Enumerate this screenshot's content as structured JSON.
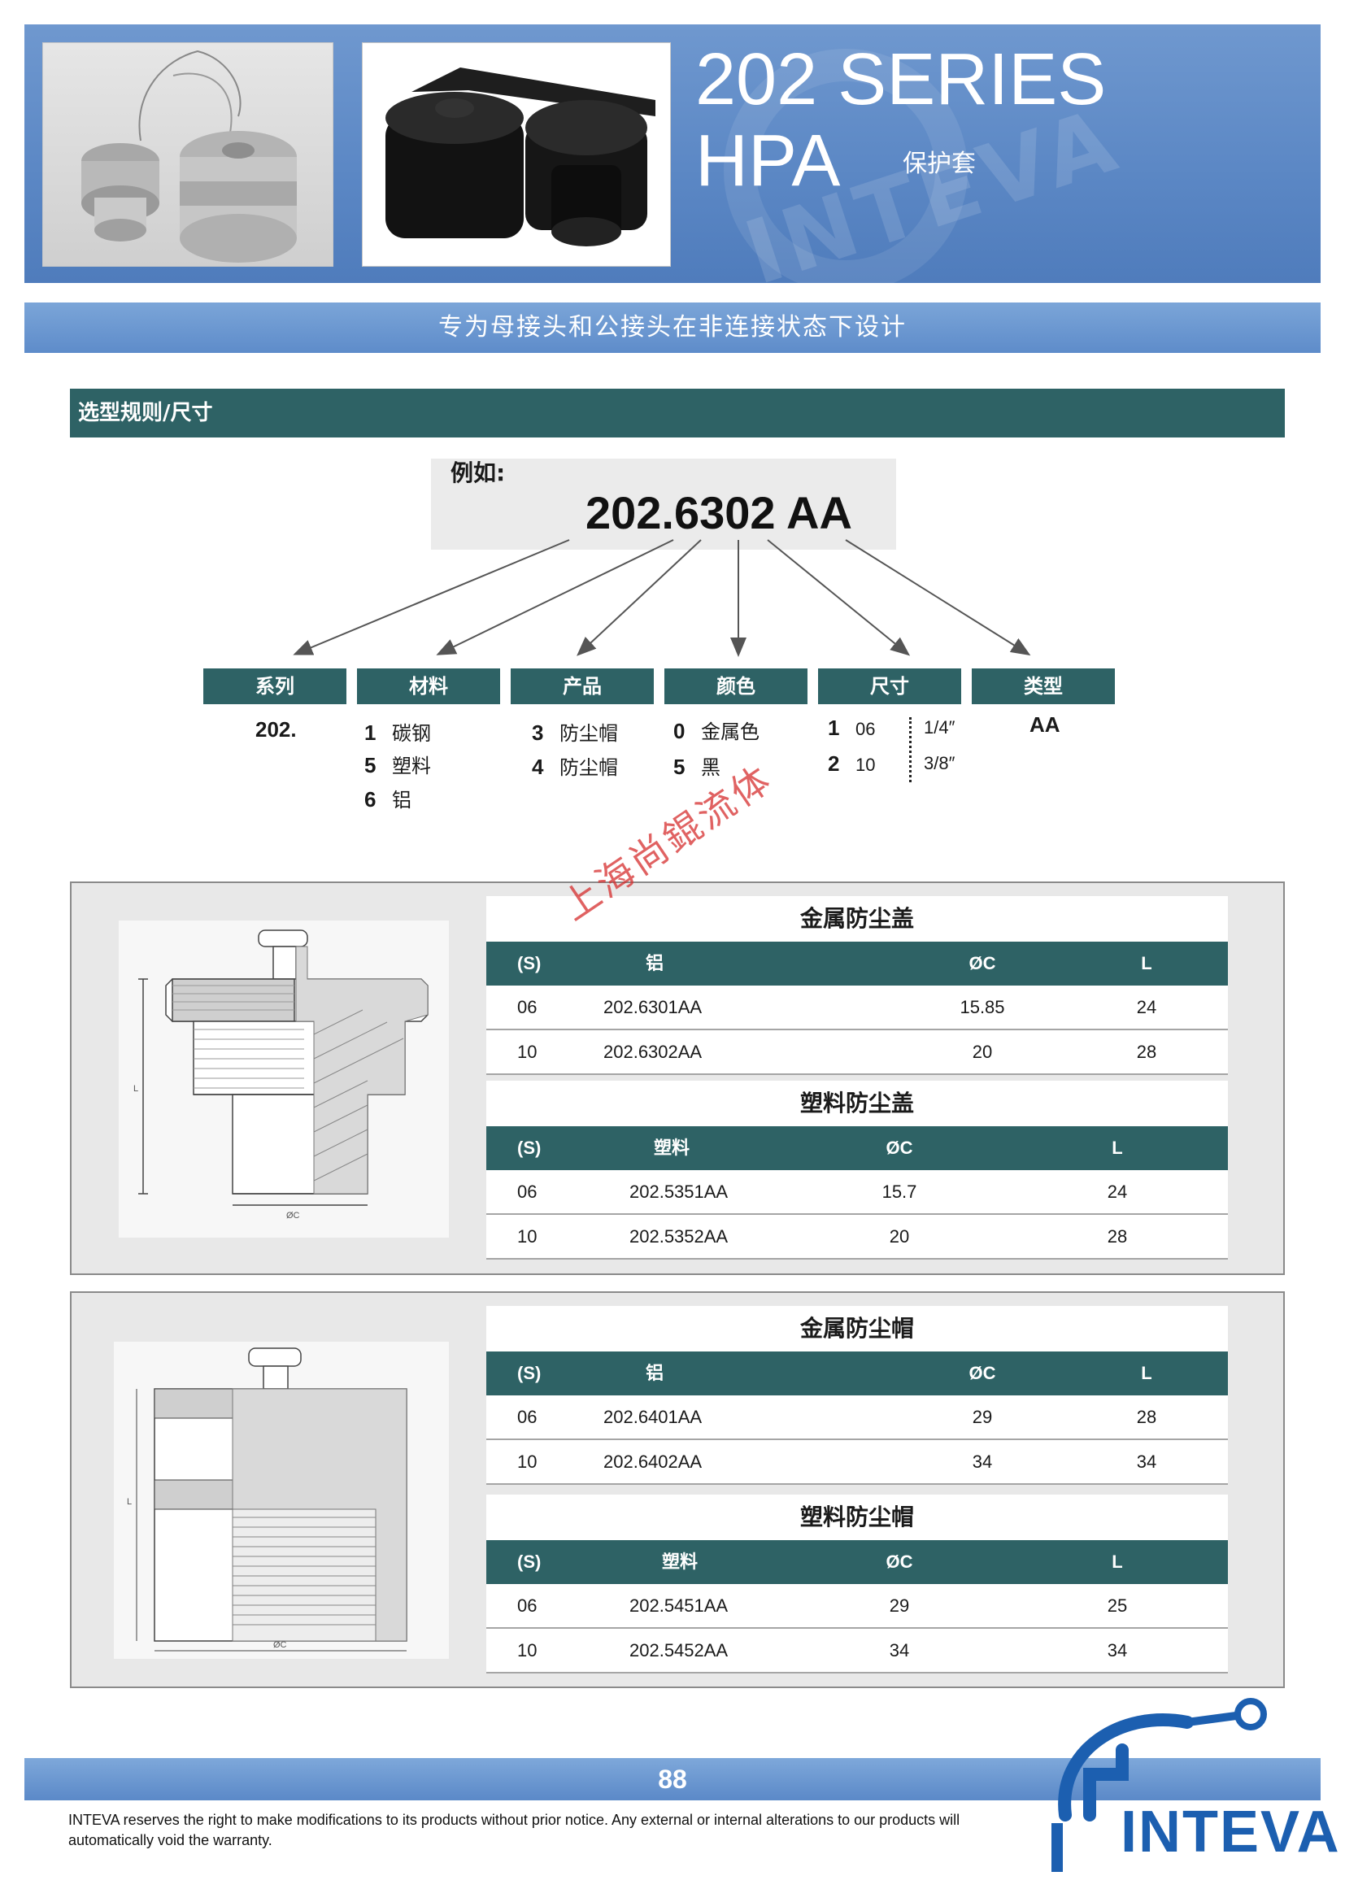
{
  "header": {
    "series_title": "202 SERIES",
    "series_sub": "HPA",
    "series_cn": "保护套",
    "tagline": "专为母接头和公接头在非连接状态下设计",
    "watermark": "INTEVA"
  },
  "section": {
    "title": "选型规则/尺寸"
  },
  "example": {
    "label": "例如:",
    "code": "202.6302 AA"
  },
  "categories": [
    {
      "label": "系列"
    },
    {
      "label": "材料"
    },
    {
      "label": "产品"
    },
    {
      "label": "颜色"
    },
    {
      "label": "尺寸"
    },
    {
      "label": "类型"
    }
  ],
  "options": {
    "series": "202.",
    "material": [
      {
        "code": "1",
        "name": "碳钢"
      },
      {
        "code": "5",
        "name": "塑料"
      },
      {
        "code": "6",
        "name": "铝"
      }
    ],
    "product": [
      {
        "code": "3",
        "name": "防尘帽"
      },
      {
        "code": "4",
        "name": "防尘帽"
      }
    ],
    "color": [
      {
        "code": "0",
        "name": "金属色"
      },
      {
        "code": "5",
        "name": "黑"
      }
    ],
    "size": [
      {
        "code": "1",
        "dash": "06",
        "inch": "1/4″"
      },
      {
        "code": "2",
        "dash": "10",
        "inch": "3/8″"
      }
    ],
    "type": "AA"
  },
  "tables": [
    {
      "title": "金属防尘盖",
      "headers": [
        "(S)",
        "铝",
        "ØC",
        "L"
      ],
      "rows": [
        [
          "06",
          "202.6301AA",
          "15.85",
          "24"
        ],
        [
          "10",
          "202.6302AA",
          "20",
          "28"
        ]
      ]
    },
    {
      "title": "塑料防尘盖",
      "headers": [
        "(S)",
        "塑料",
        "ØC",
        "L"
      ],
      "rows": [
        [
          "06",
          "202.5351AA",
          "15.7",
          "24"
        ],
        [
          "10",
          "202.5352AA",
          "20",
          "28"
        ]
      ]
    },
    {
      "title": "金属防尘帽",
      "headers": [
        "(S)",
        "铝",
        "ØC",
        "L"
      ],
      "rows": [
        [
          "06",
          "202.6401AA",
          "29",
          "28"
        ],
        [
          "10",
          "202.6402AA",
          "34",
          "34"
        ]
      ]
    },
    {
      "title": "塑料防尘帽",
      "headers": [
        "(S)",
        "塑料",
        "ØC",
        "L"
      ],
      "rows": [
        [
          "06",
          "202.5451AA",
          "29",
          "25"
        ],
        [
          "10",
          "202.5452AA",
          "34",
          "34"
        ]
      ]
    }
  ],
  "drawing_labels": {
    "dim_c": "ØC",
    "dim_l": "L"
  },
  "watermark_red": "上海尚錕流体",
  "footer": {
    "page": "88",
    "disclaimer": "INTEVA reserves the right to make modifications to its products without prior notice. Any external or internal alterations to our products will automatically void the warranty.",
    "logo_text": "INTEVA"
  },
  "colors": {
    "banner": "#5c88c5",
    "section": "#2e6265",
    "logo": "#1c5fb0"
  }
}
